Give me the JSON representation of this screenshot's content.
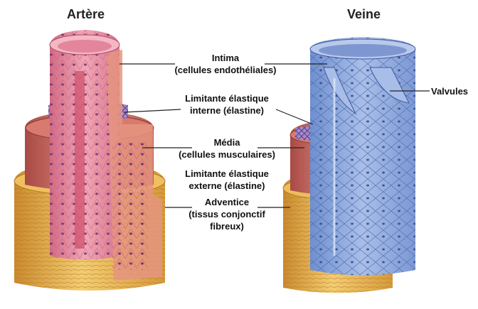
{
  "titles": {
    "artery": "Artère",
    "vein": "Veine"
  },
  "labels": {
    "intima_1": "Intima",
    "intima_2": "(cellules endothéliales)",
    "lei_1": "Limitante élastique",
    "lei_2": "interne (élastine)",
    "media_1": "Média",
    "media_2": "(cellules musculaires)",
    "lee_1": "Limitante élastique",
    "lee_2": "externe (élastine)",
    "adv_1": "Adventice",
    "adv_2": "(tissus conjonctif",
    "adv_3": "fibreux)",
    "valves": "Valvules"
  },
  "colors": {
    "intima_pink": "#e8879a",
    "media_red": "#c9605a",
    "adventitia_yellow": "#e9b24a",
    "elastin_purple": "#8a6ab0",
    "vein_blue": "#8aa6d9",
    "leader_line": "#222222"
  }
}
